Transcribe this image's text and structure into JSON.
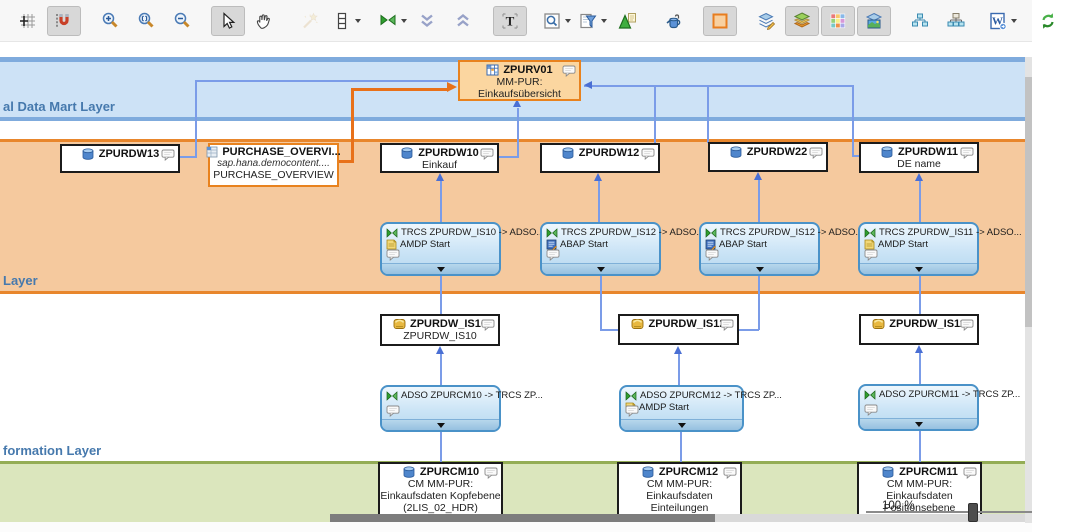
{
  "toolbar": {
    "buttons": [
      {
        "name": "snap-grid"
      },
      {
        "name": "snap-magnet",
        "pressed": true
      },
      {
        "sep": true
      },
      {
        "name": "zoom-in"
      },
      {
        "name": "zoom-fit"
      },
      {
        "name": "zoom-out"
      },
      {
        "sep": true
      },
      {
        "name": "select-pointer",
        "pressed": true
      },
      {
        "name": "pan-hand"
      },
      {
        "sep": true
      },
      {
        "name": "auto-layout",
        "disabled": true
      },
      {
        "name": "row-layout",
        "caret": true
      },
      {
        "sep": true
      },
      {
        "name": "transformation",
        "caret": true
      },
      {
        "name": "collapse-all"
      },
      {
        "name": "expand-all"
      },
      {
        "sep": true
      },
      {
        "name": "text-tool",
        "pressed": true,
        "glyph": "T"
      },
      {
        "sep": true
      },
      {
        "name": "find",
        "caret": true
      },
      {
        "name": "filter",
        "caret": true
      },
      {
        "name": "cone-note"
      },
      {
        "sep": true
      },
      {
        "name": "fill-can"
      },
      {
        "sep": true
      },
      {
        "name": "highlight-layer",
        "pressed": true
      },
      {
        "sep": true
      },
      {
        "name": "layers-edit"
      },
      {
        "name": "layers-colored",
        "pressed": true
      },
      {
        "name": "palette",
        "pressed": true
      },
      {
        "name": "layers-image",
        "pressed": true
      },
      {
        "sep": true
      },
      {
        "name": "hierarchy-small"
      },
      {
        "name": "hierarchy-tree"
      },
      {
        "sep": true
      },
      {
        "name": "export-word",
        "caret": true,
        "glyph": "W"
      },
      {
        "sep": true
      },
      {
        "name": "refresh"
      }
    ]
  },
  "layers": [
    {
      "label": "al Data Mart Layer"
    },
    {
      "label": "Layer"
    },
    {
      "label": "formation Layer"
    },
    {
      "label": ""
    }
  ],
  "nodes": {
    "zpurv01": {
      "title": "ZPURV01",
      "lines": [
        "MM-PUR:",
        "Einkaufsübersicht"
      ]
    },
    "zpurdw13": {
      "title": "ZPURDW13"
    },
    "purchase": {
      "title": "PURCHASE_OVERVI...",
      "package": "sap.hana.democontent....",
      "subtitle": "PURCHASE_OVERVIEW"
    },
    "zpurdw10": {
      "title": "ZPURDW10",
      "subtitle": "Einkauf"
    },
    "zpurdw12": {
      "title": "ZPURDW12"
    },
    "zpurdw22": {
      "title": "ZPURDW22"
    },
    "zpurdw11": {
      "title": "ZPURDW11",
      "subtitle": "DE name"
    },
    "trcs1": {
      "title": "TRCS ZPURDW_IS10 -> ADSO...",
      "start": "AMDP Start",
      "start_icon": "amdp"
    },
    "trcs2": {
      "title": "TRCS ZPURDW_IS12 -> ADSO...",
      "start": "ABAP Start",
      "start_icon": "abap"
    },
    "trcs3": {
      "title": "TRCS ZPURDW_IS12 -> ADSO...",
      "start": "ABAP Start",
      "start_icon": "abap"
    },
    "trcs4": {
      "title": "TRCS ZPURDW_IS11 -> ADSO...",
      "start": "AMDP Start",
      "start_icon": "amdp"
    },
    "is10": {
      "title": "ZPURDW_IS10",
      "subtitle": "ZPURDW_IS10"
    },
    "is12": {
      "title": "ZPURDW_IS12"
    },
    "is11": {
      "title": "ZPURDW_IS11"
    },
    "adso1": {
      "title": "ADSO ZPURCM10 -> TRCS ZP...",
      "start": ""
    },
    "adso2": {
      "title": "ADSO ZPURCM12 -> TRCS ZP...",
      "start": "AMDP Start",
      "start_icon": "amdp"
    },
    "adso3": {
      "title": "ADSO ZPURCM11 -> TRCS ZP...",
      "start": ""
    },
    "zpurcm10": {
      "title": "ZPURCM10",
      "lines": [
        "CM MM-PUR:",
        "Einkaufsdaten Kopfebene",
        "(2LIS_02_HDR)"
      ]
    },
    "zpurcm12": {
      "title": "ZPURCM12",
      "lines": [
        "CM MM-PUR:",
        "Einkaufsdaten",
        "Einteilungen"
      ]
    },
    "zpurcm11": {
      "title": "ZPURCM11",
      "lines": [
        "CM MM-PUR:",
        "Einkaufsdaten",
        "Positionsebene"
      ]
    }
  },
  "zoom_control": {
    "label": "100 %"
  },
  "colors": {
    "accent_orange": "#e8711a",
    "connector_blue": "#7b9ce8",
    "band_blue": "#cde2f6",
    "band_salmon": "#f5c99e",
    "band_green": "#dbe6bd",
    "label_blue": "#4679ad"
  }
}
